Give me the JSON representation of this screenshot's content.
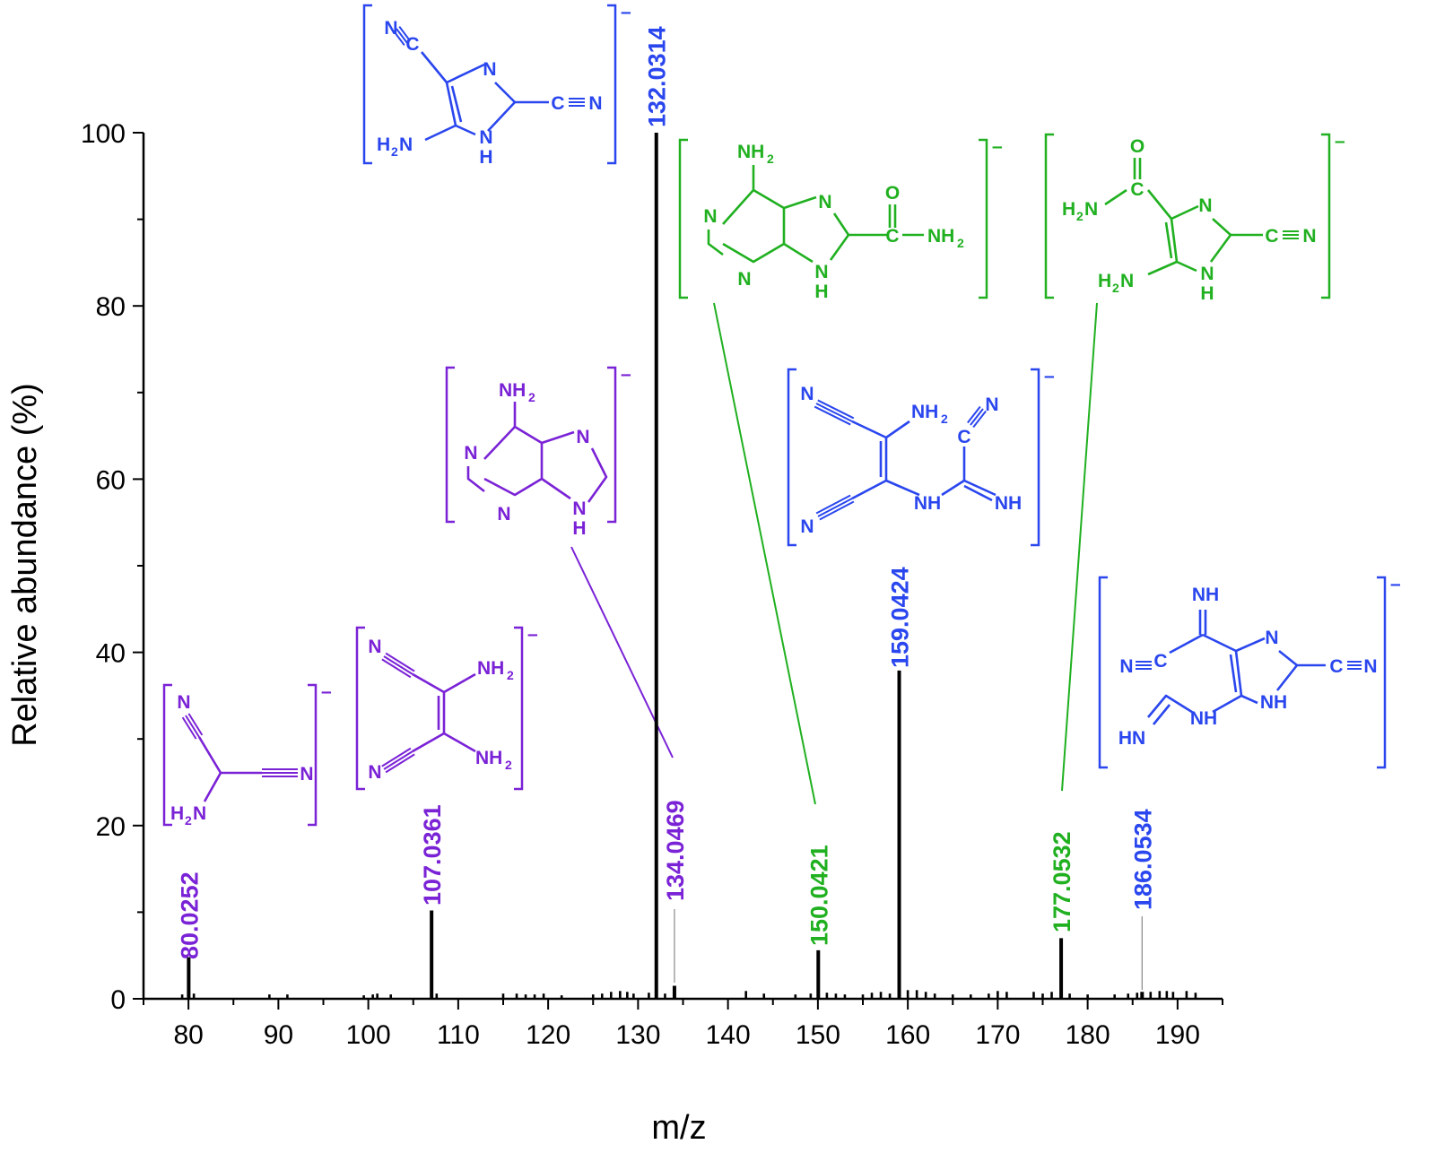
{
  "chart_data": {
    "type": "bar",
    "xlabel": "m/z",
    "ylabel": "Relative abundance (%)",
    "xlim": [
      75,
      195
    ],
    "ylim": [
      0,
      100
    ],
    "x_ticks": [
      80,
      90,
      100,
      110,
      120,
      130,
      140,
      150,
      160,
      170,
      180,
      190
    ],
    "y_ticks": [
      0,
      20,
      40,
      60,
      80,
      100
    ],
    "grid": false,
    "legend": "none",
    "colors": {
      "purple": "#7a22d6",
      "blue": "#2a46ee",
      "green": "#20b020",
      "bar": "#000000",
      "guide": "#888888"
    },
    "labeled_peaks": [
      {
        "mz": 80.0252,
        "label": "80.0252",
        "value": 4.8,
        "color": "purple"
      },
      {
        "mz": 107.0361,
        "label": "107.0361",
        "value": 10.2,
        "color": "purple"
      },
      {
        "mz": 132.0314,
        "label": "132.0314",
        "value": 100,
        "color": "blue"
      },
      {
        "mz": 134.0469,
        "label": "134.0469",
        "value": 1.5,
        "color": "purple"
      },
      {
        "mz": 150.0421,
        "label": "150.0421",
        "value": 5.6,
        "color": "green"
      },
      {
        "mz": 159.0424,
        "label": "159.0424",
        "value": 37.9,
        "color": "blue"
      },
      {
        "mz": 177.0532,
        "label": "177.0532",
        "value": 7.0,
        "color": "green"
      },
      {
        "mz": 186.0534,
        "label": "186.0534",
        "value": 0.8,
        "color": "blue"
      }
    ],
    "minor_peaks": [
      {
        "mz": 79.3,
        "value": 0.5
      },
      {
        "mz": 80.6,
        "value": 0.6
      },
      {
        "mz": 89.0,
        "value": 0.5
      },
      {
        "mz": 91.0,
        "value": 0.5
      },
      {
        "mz": 99.5,
        "value": 0.4
      },
      {
        "mz": 100.5,
        "value": 0.5
      },
      {
        "mz": 101.0,
        "value": 0.6
      },
      {
        "mz": 102.5,
        "value": 0.5
      },
      {
        "mz": 107.6,
        "value": 0.6
      },
      {
        "mz": 115.0,
        "value": 0.6
      },
      {
        "mz": 116.5,
        "value": 0.6
      },
      {
        "mz": 117.5,
        "value": 0.5
      },
      {
        "mz": 118.5,
        "value": 0.5
      },
      {
        "mz": 119.5,
        "value": 0.6
      },
      {
        "mz": 121.5,
        "value": 0.4
      },
      {
        "mz": 125.0,
        "value": 0.5
      },
      {
        "mz": 126.0,
        "value": 0.6
      },
      {
        "mz": 127.0,
        "value": 0.8
      },
      {
        "mz": 128.0,
        "value": 0.9
      },
      {
        "mz": 128.8,
        "value": 0.8
      },
      {
        "mz": 129.5,
        "value": 0.6
      },
      {
        "mz": 131.2,
        "value": 0.7
      },
      {
        "mz": 133.0,
        "value": 0.6
      },
      {
        "mz": 142.0,
        "value": 0.9
      },
      {
        "mz": 144.0,
        "value": 0.6
      },
      {
        "mz": 147.5,
        "value": 0.5
      },
      {
        "mz": 149.2,
        "value": 0.6
      },
      {
        "mz": 151.0,
        "value": 0.7
      },
      {
        "mz": 152.0,
        "value": 0.6
      },
      {
        "mz": 153.0,
        "value": 0.5
      },
      {
        "mz": 155.0,
        "value": 0.5
      },
      {
        "mz": 156.0,
        "value": 0.7
      },
      {
        "mz": 157.0,
        "value": 0.8
      },
      {
        "mz": 158.0,
        "value": 0.6
      },
      {
        "mz": 160.0,
        "value": 1.0
      },
      {
        "mz": 161.0,
        "value": 1.0
      },
      {
        "mz": 162.0,
        "value": 0.8
      },
      {
        "mz": 163.0,
        "value": 0.6
      },
      {
        "mz": 165.0,
        "value": 0.5
      },
      {
        "mz": 167.0,
        "value": 0.5
      },
      {
        "mz": 169.0,
        "value": 0.6
      },
      {
        "mz": 170.0,
        "value": 0.9
      },
      {
        "mz": 171.0,
        "value": 0.8
      },
      {
        "mz": 174.0,
        "value": 0.8
      },
      {
        "mz": 175.0,
        "value": 0.6
      },
      {
        "mz": 176.0,
        "value": 0.8
      },
      {
        "mz": 178.0,
        "value": 0.6
      },
      {
        "mz": 180.0,
        "value": 0.5
      },
      {
        "mz": 183.0,
        "value": 0.5
      },
      {
        "mz": 184.5,
        "value": 0.6
      },
      {
        "mz": 185.5,
        "value": 0.7
      },
      {
        "mz": 187.0,
        "value": 0.8
      },
      {
        "mz": 188.0,
        "value": 0.9
      },
      {
        "mz": 188.8,
        "value": 0.9
      },
      {
        "mz": 189.5,
        "value": 0.8
      },
      {
        "mz": 191.0,
        "value": 0.9
      },
      {
        "mz": 192.0,
        "value": 0.7
      }
    ],
    "structure_atoms": {
      "nitrile_n": "N",
      "carbon": "C",
      "ring_n": "N",
      "nh": "NH",
      "ring_h": "H",
      "oxygen": "O",
      "amino_n": "NH",
      "amino_sub": "2",
      "amino_left": "H",
      "amino_left_n": "N",
      "hn": "HN",
      "charge": "–"
    }
  }
}
